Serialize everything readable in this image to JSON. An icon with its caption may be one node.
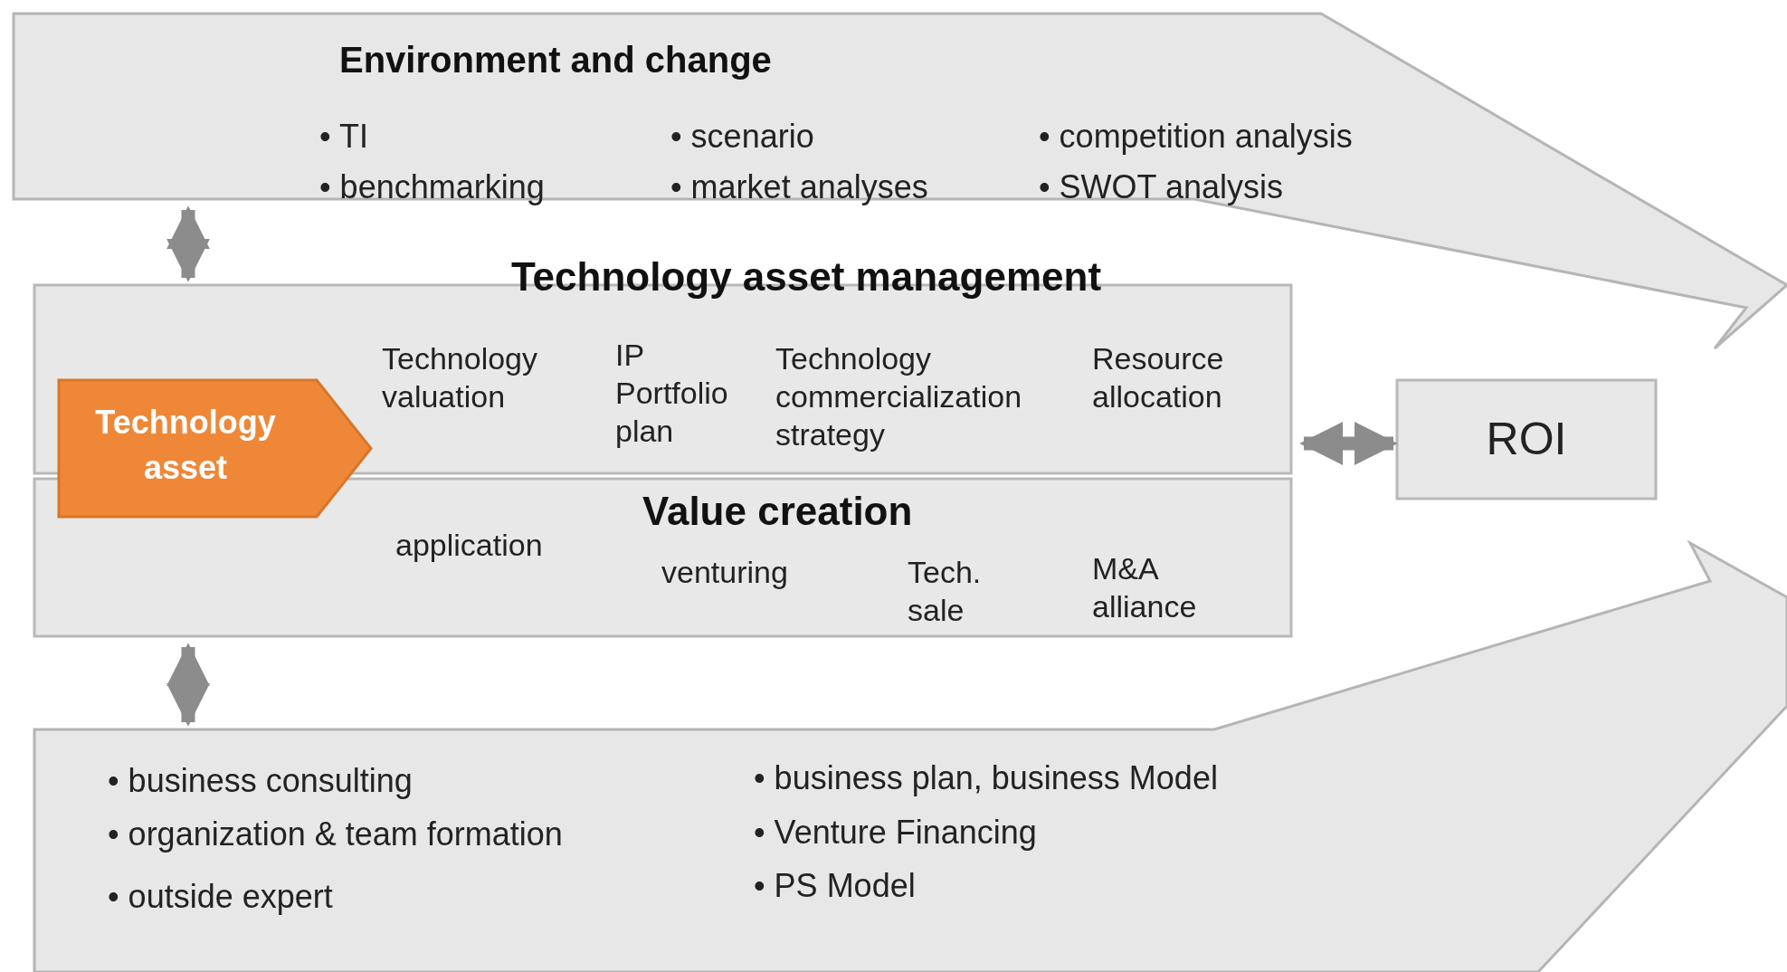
{
  "diagram": {
    "nodes": [
      {
        "text": [
          "Environment and change",
          "• TI",
          "• scenario",
          "• competition analysis",
          "• benchmarking",
          "• market analyses",
          "• SWOT analysis"
        ]
      },
      {
        "text": [
          "Technology asset management",
          "Technology valuation",
          "IP Portfolio plan",
          "Technology commercialization strategy",
          "Resource allocation"
        ]
      },
      {
        "text": [
          "Value creation",
          "application",
          "venturing",
          "Tech. sale",
          "M&A alliance"
        ]
      },
      {
        "text": [
          "Technology asset"
        ]
      },
      {
        "text": [
          "ROI"
        ]
      },
      {
        "text": [
          "• business consulting",
          "• business plan, business Model",
          "• organization & team formation",
          "• Venture Financing",
          "• outside expert",
          "• PS Model"
        ]
      }
    ],
    "edges": [
      {
        "from": 0,
        "to": 1,
        "arrow": "both"
      },
      {
        "from": 2,
        "to": 5,
        "arrow": "both"
      },
      {
        "from": 1,
        "to": 4,
        "arrow": "both"
      }
    ]
  }
}
